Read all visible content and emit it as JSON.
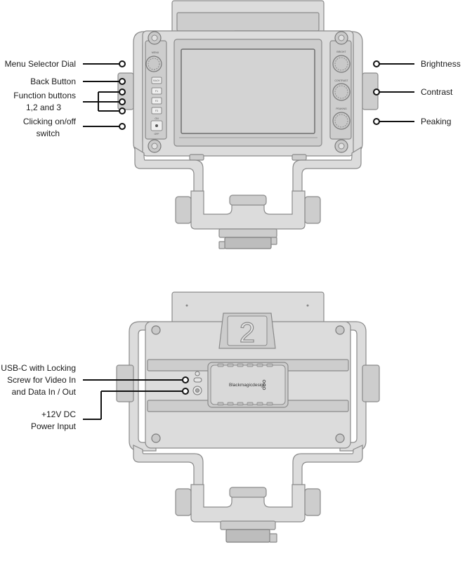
{
  "front_view": {
    "labels_left": {
      "menu_selector_dial": "Menu Selector Dial",
      "back_button": "Back Button",
      "function_buttons_line1": "Function buttons",
      "function_buttons_line2": "1,2 and 3",
      "clicking_switch_line1": "Clicking on/off",
      "clicking_switch_line2": "switch"
    },
    "labels_right": {
      "brightness": "Brightness",
      "contrast": "Contrast",
      "peaking": "Peaking"
    },
    "panel_text": {
      "menu": "MENU",
      "back": "BACK",
      "f1": "F1",
      "f2": "F2",
      "f3": "F3",
      "on": "ON",
      "off": "OFF",
      "bright": "BRIGHT",
      "contrast": "CONTRAST",
      "peaking": "PEAKING"
    }
  },
  "rear_view": {
    "labels_left": {
      "usb_line1": "USB-C with Locking",
      "usb_line2": "Screw for Video In",
      "usb_line3": "and Data In / Out",
      "power_line1": "+12V DC",
      "power_line2": "Power Input"
    },
    "tally_number": "2",
    "brand": "Blackmagicdesign"
  }
}
